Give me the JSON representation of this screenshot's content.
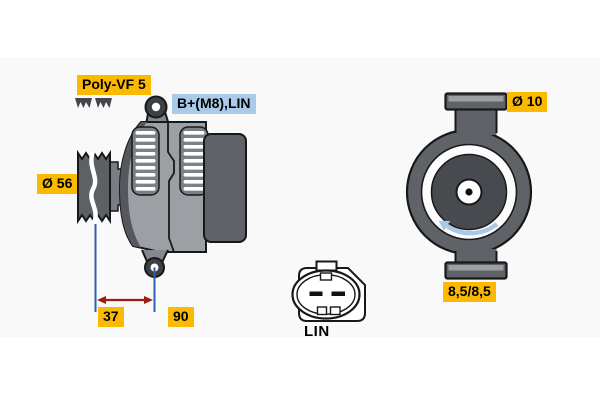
{
  "diagram": {
    "side_view": {
      "belt_label": "Poly-VF 5",
      "terminal_label": "B+(M8),LIN",
      "pulley_diameter_label": "Ø 56",
      "dim_pulley_to_hole": "37",
      "dim_overall": "90"
    },
    "connector": {
      "label": "LIN"
    },
    "end_view": {
      "boss_hole_diameter_label": "Ø 10",
      "boss_dims_label": "8,5/8,5"
    },
    "colors": {
      "label_yellow": "#FBBA00",
      "label_blue": "#A9CBE9",
      "dimension_blue": "#2B62AE",
      "dimension_red": "#9E1B10",
      "rotation_blue": "#A9C9E8",
      "body_gray": "#9CA0A5",
      "body_shade": "#55585C",
      "dark_gray": "#5F6266",
      "band_gray": "#7D8085",
      "disc_gray": "#474A4E",
      "lug_gray": "#85888D",
      "hole_ring": "#3D4044",
      "pulley_gray": "#5D6064",
      "collar_gray": "#7A7D82",
      "icon_gray": "#43464A",
      "outline": "#17181A"
    }
  }
}
